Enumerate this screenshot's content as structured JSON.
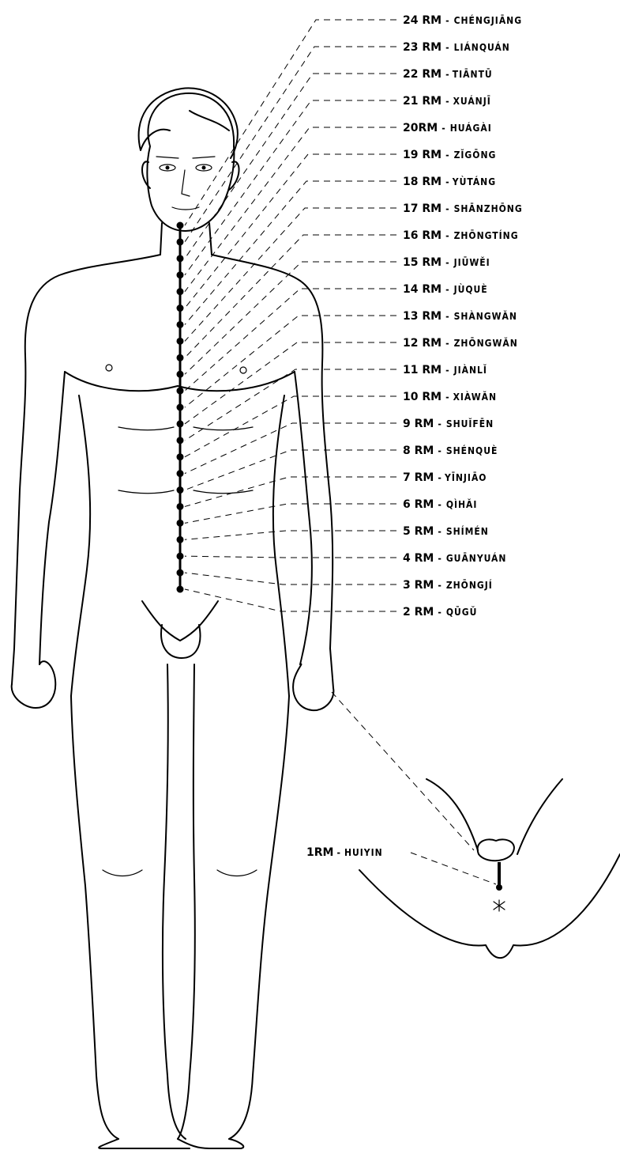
{
  "points": [
    {
      "num": "24 RM",
      "name": "CHÉNGJIĀNG"
    },
    {
      "num": "23 RM",
      "name": "LIÁNQUÁN"
    },
    {
      "num": "22 RM",
      "name": "TIĀNTŪ"
    },
    {
      "num": "21 RM",
      "name": "XUÁNJĪ"
    },
    {
      "num": "20RM",
      "name": "HUÁGÀI"
    },
    {
      "num": "19 RM",
      "name": "ZǏGŌNG"
    },
    {
      "num": "18 RM",
      "name": "YÙTÁNG"
    },
    {
      "num": "17 RM",
      "name": "SHĀNZHŌNG"
    },
    {
      "num": "16 RM",
      "name": "ZHŌNGTÍNG"
    },
    {
      "num": "15 RM",
      "name": "JIŪWĚI"
    },
    {
      "num": "14 RM",
      "name": "JÙQUÈ"
    },
    {
      "num": "13 RM",
      "name": "SHÀNGWǍN"
    },
    {
      "num": "12 RM",
      "name": "ZHŌNGWǍN"
    },
    {
      "num": "11 RM",
      "name": "JIÀNLǏ"
    },
    {
      "num": "10 RM",
      "name": "XIÀWǍN"
    },
    {
      "num": "9 RM",
      "name": "SHUǏFĒN"
    },
    {
      "num": "8 RM",
      "name": "SHÉNQUÈ"
    },
    {
      "num": "7 RM",
      "name": "YĪNJIĀO"
    },
    {
      "num": "6 RM",
      "name": "QÌHǍI"
    },
    {
      "num": "5 RM",
      "name": "SHÍMÉN"
    },
    {
      "num": "4 RM",
      "name": "GUĀNYUÁN"
    },
    {
      "num": "3 RM",
      "name": "ZHŌNGJÍ"
    },
    {
      "num": "2 RM",
      "name": "QŪGǓ"
    }
  ],
  "point_1": {
    "num": "1RM",
    "name": "HUIYIN"
  },
  "sep": "-"
}
